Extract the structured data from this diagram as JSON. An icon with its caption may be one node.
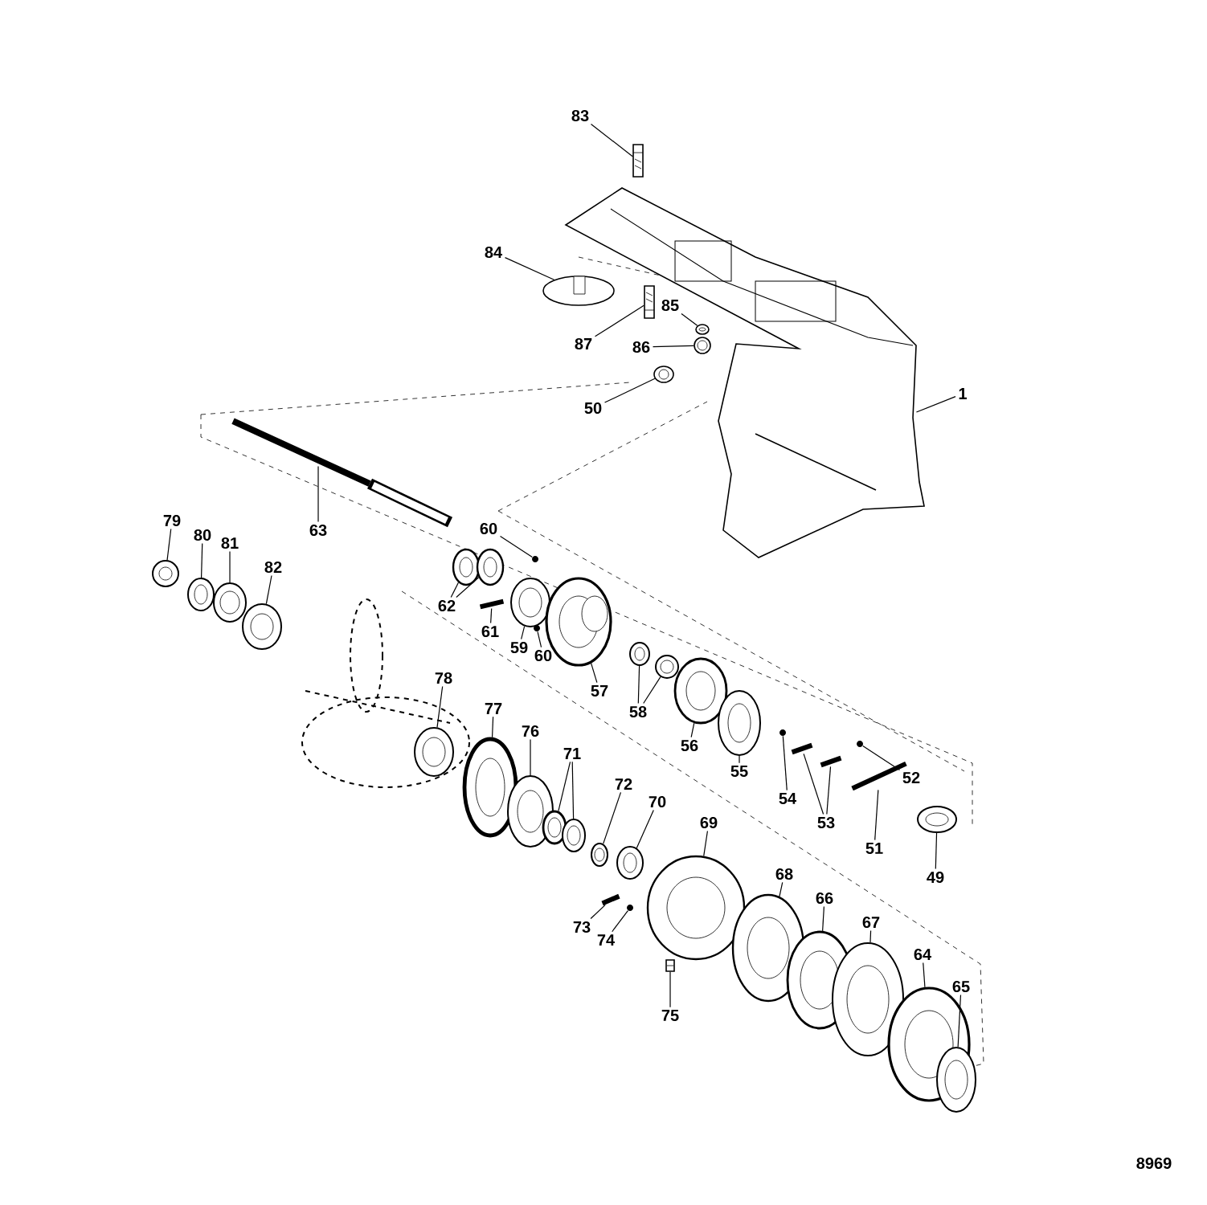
{
  "diagram": {
    "nodes": [
      {
        "text": [
          "83"
        ]
      },
      {
        "text": [
          "84"
        ]
      },
      {
        "text": [
          "85"
        ]
      },
      {
        "text": [
          "87"
        ]
      },
      {
        "text": [
          "86"
        ]
      },
      {
        "text": [
          "50"
        ]
      },
      {
        "text": [
          "1"
        ]
      },
      {
        "text": [
          "63"
        ]
      },
      {
        "text": [
          "79"
        ]
      },
      {
        "text": [
          "80"
        ]
      },
      {
        "text": [
          "81"
        ]
      },
      {
        "text": [
          "60"
        ]
      },
      {
        "text": [
          "82"
        ]
      },
      {
        "text": [
          "62"
        ]
      },
      {
        "text": [
          "61"
        ]
      },
      {
        "text": [
          "59"
        ]
      },
      {
        "text": [
          "60"
        ]
      },
      {
        "text": [
          "78"
        ]
      },
      {
        "text": [
          "57"
        ]
      },
      {
        "text": [
          "77"
        ]
      },
      {
        "text": [
          "58"
        ]
      },
      {
        "text": [
          "76"
        ]
      },
      {
        "text": [
          "56"
        ]
      },
      {
        "text": [
          "71"
        ]
      },
      {
        "text": [
          "55"
        ]
      },
      {
        "text": [
          "52"
        ]
      },
      {
        "text": [
          "72"
        ]
      },
      {
        "text": [
          "54"
        ]
      },
      {
        "text": [
          "70"
        ]
      },
      {
        "text": [
          "53"
        ]
      },
      {
        "text": [
          "69"
        ]
      },
      {
        "text": [
          "51"
        ]
      },
      {
        "text": [
          "68"
        ]
      },
      {
        "text": [
          "49"
        ]
      },
      {
        "text": [
          "66"
        ]
      },
      {
        "text": [
          "67"
        ]
      },
      {
        "text": [
          "73"
        ]
      },
      {
        "text": [
          "74"
        ]
      },
      {
        "text": [
          "64"
        ]
      },
      {
        "text": [
          "65"
        ]
      },
      {
        "text": [
          "75"
        ]
      },
      {
        "text": [],
        "shape": "picture"
      },
      {
        "text": [],
        "shape": "picture"
      },
      {
        "text": [],
        "shape": "picture"
      },
      {
        "text": [],
        "shape": "picture"
      },
      {
        "text": [],
        "shape": "picture"
      },
      {
        "text": [],
        "shape": "picture"
      },
      {
        "text": [],
        "shape": "picture"
      },
      {
        "text": [],
        "shape": "picture"
      },
      {
        "text": [],
        "shape": "picture"
      },
      {
        "text": [],
        "shape": "picture"
      },
      {
        "text": [],
        "shape": "picture"
      },
      {
        "text": [],
        "shape": "circle"
      },
      {
        "text": [],
        "shape": "picture"
      },
      {
        "text": [],
        "shape": "picture"
      },
      {
        "text": [],
        "shape": "picture"
      },
      {
        "text": [],
        "shape": "picture"
      },
      {
        "text": [],
        "shape": "picture"
      },
      {
        "text": [],
        "shape": "circle"
      },
      {
        "text": [],
        "shape": "picture"
      },
      {
        "text": [],
        "shape": "picture"
      },
      {
        "text": [],
        "shape": "picture"
      },
      {
        "text": [],
        "shape": "picture"
      },
      {
        "text": [],
        "shape": "picture"
      },
      {
        "text": [],
        "shape": "picture"
      },
      {
        "text": [],
        "shape": "picture"
      },
      {
        "text": [],
        "shape": "picture"
      },
      {
        "text": [],
        "shape": "picture"
      },
      {
        "text": [],
        "shape": "picture"
      },
      {
        "text": [],
        "shape": "circle"
      },
      {
        "text": [],
        "shape": "picture"
      },
      {
        "text": [],
        "shape": "circle"
      },
      {
        "text": [],
        "shape": "picture"
      },
      {
        "text": [],
        "shape": "picture"
      },
      {
        "text": [],
        "shape": "picture"
      },
      {
        "text": [],
        "shape": "picture"
      },
      {
        "text": [],
        "shape": "picture"
      },
      {
        "text": [],
        "shape": "picture"
      },
      {
        "text": [],
        "shape": "picture"
      },
      {
        "text": [],
        "shape": "picture"
      },
      {
        "text": [],
        "shape": "picture"
      },
      {
        "text": [],
        "shape": "picture"
      },
      {
        "text": [],
        "shape": "circle"
      },
      {
        "text": [],
        "shape": "picture"
      },
      {
        "text": [],
        "shape": "picture"
      },
      {
        "text": [],
        "shape": "picture"
      }
    ],
    "edges": [
      {
        "from": 0,
        "to": 41,
        "arrow": "none"
      },
      {
        "from": 1,
        "to": 42,
        "arrow": "none"
      },
      {
        "from": 2,
        "to": 43,
        "arrow": "none"
      },
      {
        "from": 3,
        "to": 44,
        "arrow": "none"
      },
      {
        "from": 4,
        "to": 45,
        "arrow": "none"
      },
      {
        "from": 5,
        "to": 46,
        "arrow": "none"
      },
      {
        "from": 6,
        "to": 47,
        "arrow": "none"
      },
      {
        "from": 7,
        "to": 48,
        "arrow": "none"
      },
      {
        "from": 8,
        "to": 49,
        "arrow": "none"
      },
      {
        "from": 9,
        "to": 50,
        "arrow": "none"
      },
      {
        "from": 10,
        "to": 51,
        "arrow": "none"
      },
      {
        "from": 11,
        "to": 52,
        "arrow": "none"
      },
      {
        "from": 12,
        "to": 53,
        "arrow": "none"
      },
      {
        "from": 13,
        "to": 54,
        "arrow": "none"
      },
      {
        "from": 13,
        "to": 55,
        "arrow": "none"
      },
      {
        "from": 14,
        "to": 56,
        "arrow": "none"
      },
      {
        "from": 15,
        "to": 57,
        "arrow": "none"
      },
      {
        "from": 16,
        "to": 58,
        "arrow": "none"
      },
      {
        "from": 17,
        "to": 59,
        "arrow": "none"
      },
      {
        "from": 18,
        "to": 60,
        "arrow": "none"
      },
      {
        "from": 19,
        "to": 61,
        "arrow": "none"
      },
      {
        "from": 20,
        "to": 62,
        "arrow": "none"
      },
      {
        "from": 20,
        "to": 63,
        "arrow": "none"
      },
      {
        "from": 21,
        "to": 64,
        "arrow": "none"
      },
      {
        "from": 22,
        "to": 65,
        "arrow": "none"
      },
      {
        "from": 23,
        "to": 66,
        "arrow": "none"
      },
      {
        "from": 23,
        "to": 67,
        "arrow": "none"
      },
      {
        "from": 24,
        "to": 68,
        "arrow": "none"
      },
      {
        "from": 25,
        "to": 69,
        "arrow": "none"
      },
      {
        "from": 26,
        "to": 70,
        "arrow": "none"
      },
      {
        "from": 27,
        "to": 71,
        "arrow": "none"
      },
      {
        "from": 28,
        "to": 72,
        "arrow": "none"
      },
      {
        "from": 29,
        "to": 73,
        "arrow": "none"
      },
      {
        "from": 29,
        "to": 74,
        "arrow": "none"
      },
      {
        "from": 30,
        "to": 75,
        "arrow": "none"
      },
      {
        "from": 31,
        "to": 76,
        "arrow": "none"
      },
      {
        "from": 32,
        "to": 77,
        "arrow": "none"
      },
      {
        "from": 33,
        "to": 78,
        "arrow": "none"
      },
      {
        "from": 34,
        "to": 79,
        "arrow": "none"
      },
      {
        "from": 35,
        "to": 80,
        "arrow": "none"
      },
      {
        "from": 36,
        "to": 81,
        "arrow": "none"
      },
      {
        "from": 37,
        "to": 82,
        "arrow": "none"
      },
      {
        "from": 38,
        "to": 83,
        "arrow": "none"
      },
      {
        "from": 39,
        "to": 84,
        "arrow": "none"
      },
      {
        "from": 40,
        "to": 85,
        "arrow": "none"
      }
    ],
    "labels": [
      "8969"
    ]
  }
}
